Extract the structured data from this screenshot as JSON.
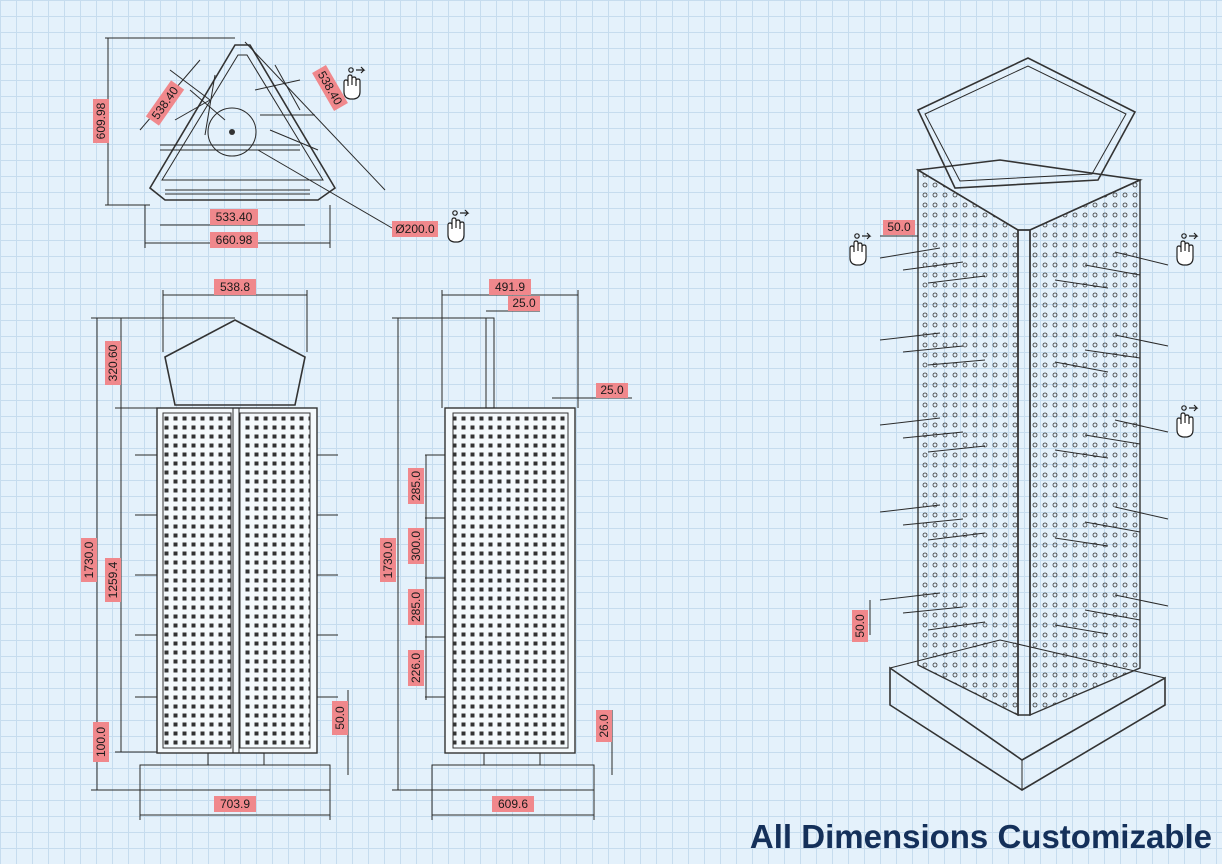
{
  "caption": "All Dimensions Customizable",
  "colors": {
    "label_bg": "#f0888c",
    "line": "#2a2a2a",
    "caption": "#14305a",
    "grid": "#c6dcee",
    "background": "#e4f1fb"
  },
  "top_view": {
    "side_a": "538.40",
    "side_b": "538.40",
    "depth": "609.98",
    "inner_width": "533.40",
    "outer_width": "660.98",
    "diameter": "Ø200.0"
  },
  "front_view": {
    "top_width": "538.8",
    "topper_height": "320.60",
    "total_height": "1730.0",
    "panel_height": "1259.4",
    "base_height": "100.0",
    "hook_gap": "50.0",
    "base_width": "703.9"
  },
  "side_view": {
    "width": "491.9",
    "post_width": "25.0",
    "offset": "25.0",
    "total_height": "1730.0",
    "spacing_1": "285.0",
    "spacing_2": "300.0",
    "spacing_3": "285.0",
    "spacing_4": "226.0",
    "base_height": "26.0",
    "base_width": "609.6"
  },
  "iso_view": {
    "hook_length": "50.0",
    "hook_spacing": "50.0"
  },
  "icons": [
    "hand-wrench-icon",
    "hand-wrench-icon",
    "hand-wrench-icon",
    "hand-wrench-icon",
    "hand-wrench-icon",
    "hand-wrench-icon"
  ]
}
